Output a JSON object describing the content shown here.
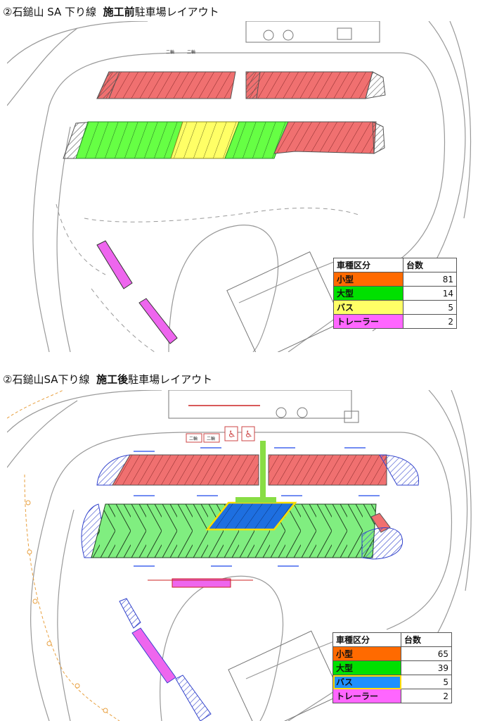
{
  "before": {
    "title_prefix": "②石鎚山 SA 下り線",
    "title_bold": "施工前",
    "title_suffix": "駐車場レイアウト",
    "small_label": "二輪",
    "legend": {
      "header_type": "車種区分",
      "header_count": "台数",
      "rows": [
        {
          "label": "小型",
          "count": "81",
          "color": "#ff6a00"
        },
        {
          "label": "大型",
          "count": "14",
          "color": "#00e000"
        },
        {
          "label": "バス",
          "count": "5",
          "color": "#ffff66"
        },
        {
          "label": "トレーラー",
          "count": "2",
          "color": "#ff66ff"
        }
      ]
    }
  },
  "after": {
    "title_prefix": "②石鎚山SA下り線",
    "title_bold": "施工後",
    "title_suffix": "駐車場レイアウト",
    "small_label": "二輪",
    "legend": {
      "header_type": "車種区分",
      "header_count": "台数",
      "rows": [
        {
          "label": "小型",
          "count": "65",
          "color": "#ff6a00"
        },
        {
          "label": "大型",
          "count": "39",
          "color": "#00e000"
        },
        {
          "label": "バス",
          "count": "5",
          "color": "#1e90ff"
        },
        {
          "label": "トレーラー",
          "count": "2",
          "color": "#ff66ff"
        }
      ]
    }
  },
  "colors": {
    "small": "#f07070",
    "large": "#80ee80",
    "large_before": "#66ff44",
    "bus_before": "#ffff66",
    "bus_after": "#1e6fe0",
    "trailer": "#ee66ee",
    "hatch_blue": "#3344cc",
    "walk": "#88dd44"
  }
}
